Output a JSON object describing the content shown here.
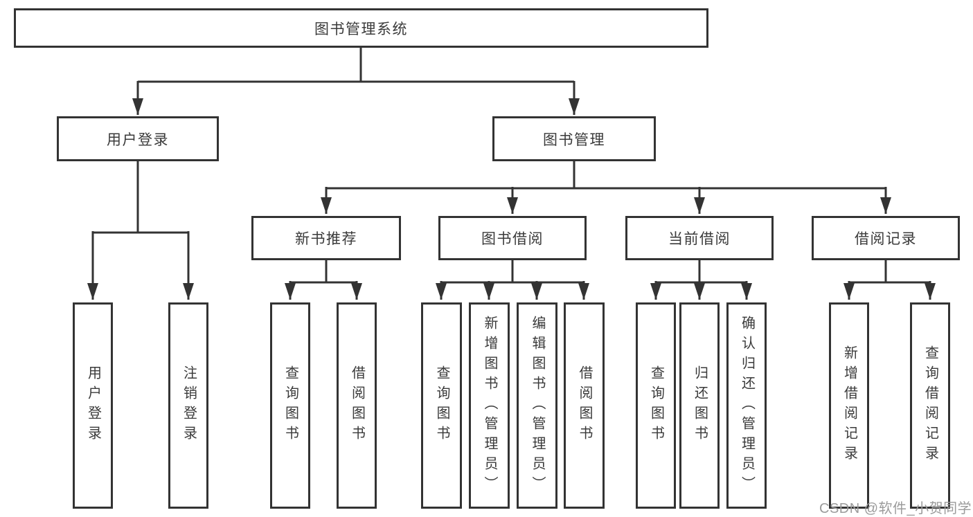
{
  "diagram": {
    "tree": {
      "label": "图书管理系统",
      "children": [
        {
          "label": "用户登录",
          "children": [
            {
              "label": "用户登录"
            },
            {
              "label": "注销登录"
            }
          ]
        },
        {
          "label": "图书管理",
          "children": [
            {
              "label": "新书推荐",
              "children": [
                {
                  "label": "查询图书"
                },
                {
                  "label": "借阅图书"
                }
              ]
            },
            {
              "label": "图书借阅",
              "children": [
                {
                  "label": "查询图书"
                },
                {
                  "label": "新增图书（管理员）"
                },
                {
                  "label": "编辑图书（管理员）"
                },
                {
                  "label": "借阅图书"
                }
              ]
            },
            {
              "label": "当前借阅",
              "children": [
                {
                  "label": "查询图书"
                },
                {
                  "label": "归还图书"
                },
                {
                  "label": "确认归还（管理员）"
                }
              ]
            },
            {
              "label": "借阅记录",
              "children": [
                {
                  "label": "新增借阅记录"
                },
                {
                  "label": "查询借阅记录"
                }
              ]
            }
          ]
        }
      ]
    },
    "colors": {
      "line": "#333333",
      "text": "#3a3a3a",
      "box_background": "#ffffff",
      "watermark": "#9b9b9b"
    }
  },
  "watermark": {
    "text": "CSDN @软件_小贺同学"
  }
}
